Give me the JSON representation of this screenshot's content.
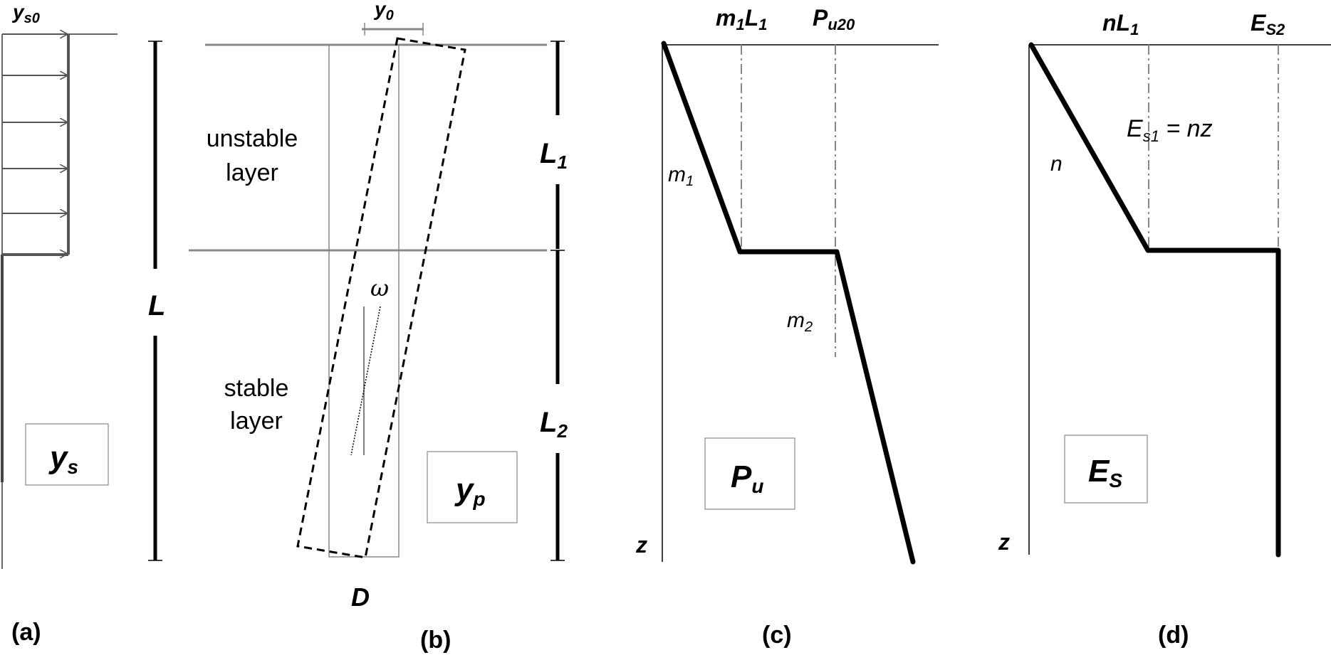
{
  "panel_a": {
    "top_label_main": "y",
    "top_label_sub": "s0",
    "box_label_main": "y",
    "box_label_sub": "s",
    "total_depth_label": "L",
    "caption": "(a)"
  },
  "panel_b": {
    "top_label_main": "y",
    "top_label_sub": "0",
    "upper_layer_line1": "unstable",
    "upper_layer_line2": "layer",
    "lower_layer_line1": "stable",
    "lower_layer_line2": "layer",
    "rotation_symbol": "ω",
    "diameter_label": "D",
    "box_label_main": "y",
    "box_label_sub": "p",
    "upper_depth_main": "L",
    "upper_depth_sub": "1",
    "lower_depth_main": "L",
    "lower_depth_sub": "2",
    "caption": "(b)"
  },
  "panel_c": {
    "top_label_1a": "m",
    "top_label_1b": "1",
    "top_label_1c": "L",
    "top_label_1d": "1",
    "top_label_2_main": "P",
    "top_label_2_sub": "u20",
    "slope_1_main": "m",
    "slope_1_sub": "1",
    "slope_2_main": "m",
    "slope_2_sub": "2",
    "depth_axis": "z",
    "box_label_main": "P",
    "box_label_sub": "u",
    "caption": "(c)"
  },
  "panel_d": {
    "top_label_1_main": "nL",
    "top_label_1_sub": "1",
    "top_label_2_main": "E",
    "top_label_2_sub": "S2",
    "slope_label": "n",
    "equation_main": "E",
    "equation_sub": "s1",
    "equation_rest": " = nz",
    "depth_axis": "z",
    "box_label_main": "E",
    "box_label_sub": "S",
    "caption": "(d)"
  }
}
